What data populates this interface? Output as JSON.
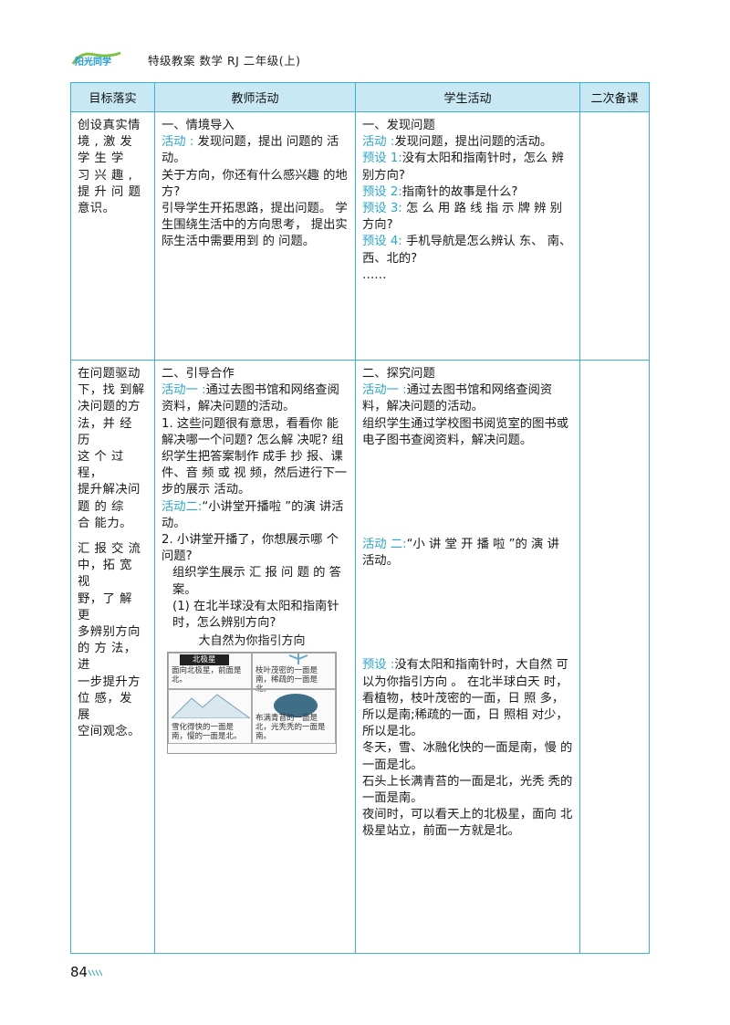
{
  "header": {
    "logo_text": "阳光同学",
    "text": "特级教案  数学  RJ 二年级(上)"
  },
  "table": {
    "headers": [
      "目标落实",
      "教师活动",
      "学生活动",
      "二次备课"
    ],
    "row1": {
      "goal": "创设真实情\n境 , 激 发\n学  生  学\n习  兴  趣 ,\n提 升 问 题\n意识。",
      "teacher": {
        "heading": "一、情境导入",
        "act_label": "活动 :",
        "act_text": " 发现问题，提出 问题的 活动。",
        "p1": "关于方向，你还有什么感兴趣 的地方?",
        "p2": "引导学生开拓思路，提出问题。 学生围绕生活中的方向思考， 提出实际生活中需要用到 的 问题。"
      },
      "student": {
        "heading": "一、发现问题",
        "act_label": "活动 :",
        "act_text": "发现问题，提出问题的活动。",
        "s1_label": "预设 1:",
        "s1_text": "没有太阳和指南针时，怎么 辨别方向?",
        "s2_label": "预设 2:",
        "s2_text": "指南针的故事是什么?",
        "s3_label": "预设  3:",
        "s3_text": " 怎 么 用 路 线 指 示 牌 辨 别 方向?",
        "s4_label": "预设  4:",
        "s4_text": " 手机导航是怎么辨认 东、 南、西、北的?",
        "ellipsis": "……"
      }
    },
    "row2": {
      "goal_a": "在问题驱动\n下，找 到解\n决问题的方\n法，并 经 历\n这 个 过 程，\n提升解决问\n题  的  综\n合 能力。",
      "goal_b": "汇 报 交 流\n中，拓 宽\n视\n野，了 解 更\n多辨别方向\n的 方 法，进\n一步提升方\n位 感，发 展\n空间观念。",
      "teacher": {
        "heading": "二、引导合作",
        "a1_label": "活动一 :",
        "a1_text": "通过去图书馆和网络查阅资料，解决问题的活动。",
        "item1": "1. 这些问题很有意思，看看你 能解决哪一个问题? 怎么解 决呢? 组织学生把答案制作 成手 抄 报、课 件、音 频 或 视 频，然后进行下一步的展示 活动。",
        "a2_label": "活动二:",
        "a2_text": "“小讲堂开播啦 ”的演 讲活动。",
        "item2": "2. 小讲堂开播了，你想展示哪 个问题?",
        "item2b": "组织学生展示 汇 报 问 题 的 答案。",
        "item2c": "(1) 在北半球没有太阳和指南针时，怎么辨别方向?",
        "fig_title": "大自然为你指引方向",
        "fig_star": "北极星",
        "fig_c1": "面向北极星，前面是北。",
        "fig_c2": "枝叶茂密的一面是南，稀疏的一面是北。",
        "fig_c3": "雪化得快的一面是南，慢的一面是北。",
        "fig_c4": "布满青苔的一面是北，光秃秃的一面是南。"
      },
      "student": {
        "heading": "二、探究问题",
        "a1_label": "活动一 :",
        "a1_text": "通过去图书馆和网络查阅资料，解决问题的活动。",
        "p1": "组织学生通过学校图书阅览室的图书或电子图书查阅资料，解决问题。",
        "a2_label": "活动 二:",
        "a2_text": "“小 讲 堂 开 播 啦 ”的 演 讲 活动。",
        "pre_label": "预设 :",
        "pre_text": "没有太阳和指南针时，大自然 可以为你指引方向 。 在北半球白天 时，看植物，枝叶茂密的一面，日 照 多，所以是南;稀疏的一面，日 照相 对少，所以是北。",
        "p2": "冬天，雪、冰融化快的一面是南，慢 的一面是北。",
        "p3": "石头上长满青苔的一面是北，光秃 秃的一面是南。",
        "p4": "夜间时，可以看天上的北极星，面向 北极星站立，前面一方就是北。"
      }
    }
  },
  "page_number": "84",
  "colors": {
    "accent": "#2aa7cf",
    "border": "#3ab3d6",
    "header_bg": "#c8e8f3"
  }
}
